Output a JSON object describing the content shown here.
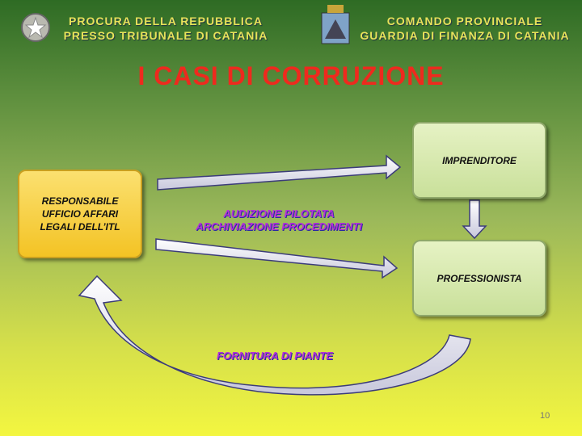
{
  "header": {
    "left_line1": "PROCURA DELLA REPUBBLICA",
    "left_line2": "PRESSO TRIBUNALE DI CATANIA",
    "right_line1": "COMANDO PROVINCIALE",
    "right_line2": "GUARDIA DI FINANZA DI CATANIA"
  },
  "title": "I CASI DI CORRUZIONE",
  "boxes": {
    "responsabile": "RESPONSABILE UFFICIO AFFARI LEGALI DELL’ITL",
    "imprenditore": "IMPRENDITORE",
    "professionista": "PROFESSIONISTA"
  },
  "labels": {
    "audizione": "AUDIZIONE PILOTATA",
    "archiviazione": "ARCHIVIAZIONE  PROCEDIMENTI",
    "fornitura": "FORNITURA DI PIANTE"
  },
  "page_number": "10"
}
